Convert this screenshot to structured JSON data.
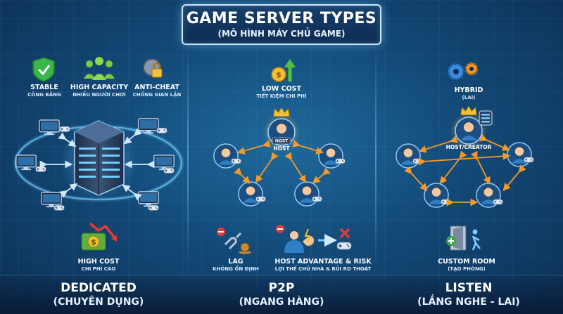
{
  "title": {
    "main": "GAME SERVER TYPES",
    "sub": "(MÔ HÌNH MÁY CHỦ GAME)"
  },
  "dedicated": {
    "features": [
      {
        "icon": "shield-check-icon",
        "label": "STABLE",
        "sub": "CÔNG BẰNG"
      },
      {
        "icon": "crowd-icon",
        "label": "HIGH CAPACITY",
        "sub": "NHIỀU NGƯỜI CHƠI"
      },
      {
        "icon": "padlock-gear-icon",
        "label": "ANTI-CHEAT",
        "sub": "CHỐNG GIAN LẬN"
      }
    ],
    "cost": {
      "icon": "money-down-icon",
      "label": "HIGH COST",
      "sub": "CHI PHÍ CAO"
    },
    "name": "DEDICATED",
    "name_sub": "(CHUYÊN DỤNG)"
  },
  "p2p": {
    "top": {
      "icon": "coin-up-icon",
      "label": "LOW COST",
      "sub": "TIẾT KIỆM CHI PHÍ"
    },
    "host_label": "HOST",
    "host_badge": "HOST",
    "issues": [
      {
        "icon": "broken-chain-snail-icon",
        "label": "LAG",
        "sub": "KHÔNG ỔN ĐỊNH"
      },
      {
        "icon": "muscle-controller-icon",
        "label": "HOST ADVANTAGE & RISK",
        "sub": "LỢI THẾ CHỦ NHÀ & RỦI RO THOÁT"
      }
    ],
    "name": "P2P",
    "name_sub": "(NGANG HÀNG)"
  },
  "listen": {
    "top": {
      "icon": "gears-icon",
      "label": "HYBRID",
      "sub": "(LAI)"
    },
    "host_label": "HOST/CREATOR",
    "room": {
      "icon": "door-exit-icon",
      "label": "CUSTOM ROOM",
      "sub": "(TẠO PHÒNG)"
    },
    "name": "LISTEN",
    "name_sub": "(LẮNG NGHE - LAI)"
  },
  "colors": {
    "accent_glow": "#53b6ff",
    "arrow_orange": "#f59a2a",
    "crown_gold": "#f6c02f",
    "user_blue": "#2e7fc6",
    "server_dark": "#2a3f5f"
  }
}
